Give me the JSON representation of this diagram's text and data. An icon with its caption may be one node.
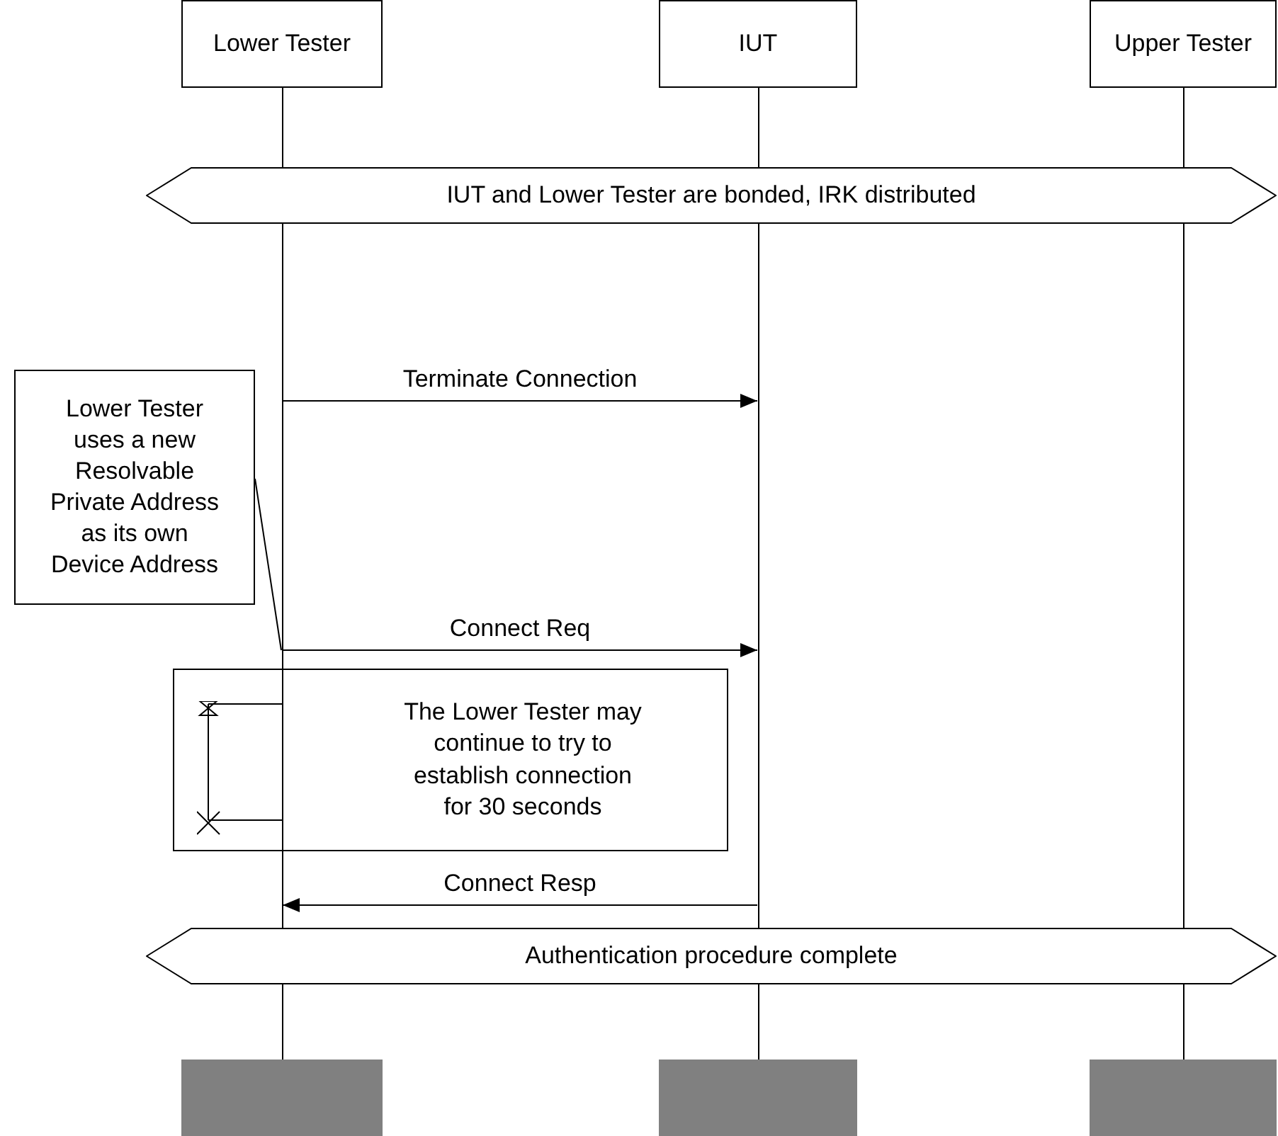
{
  "diagram": {
    "nodes": [
      {
        "text": [
          "Lower Tester"
        ]
      },
      {
        "text": [
          "IUT"
        ]
      },
      {
        "text": [
          "Upper Tester"
        ]
      },
      {
        "text": [
          "IUT and Lower Tester are bonded, IRK distributed"
        ]
      },
      {
        "text": [
          "Lower Tester uses a new Resolvable Private Address as its own Device Address"
        ]
      },
      {
        "text": [
          "The Lower Tester may continue to try to establish connection for 30 seconds"
        ]
      },
      {
        "text": [
          "Authentication procedure complete"
        ]
      },
      {
        "text": [],
        "shape": "box"
      },
      {
        "text": [],
        "shape": "box"
      },
      {
        "text": [],
        "shape": "box"
      },
      {
        "text": [],
        "shape": "line"
      },
      {
        "text": [],
        "shape": "line"
      },
      {
        "text": [],
        "shape": "line"
      }
    ],
    "edges": [
      {
        "from": 10,
        "to": 11,
        "arrow": "to",
        "label": "Terminate Connection"
      },
      {
        "from": 10,
        "to": 11,
        "arrow": "to",
        "label": "Connect Req"
      },
      {
        "from": 11,
        "to": 10,
        "arrow": "to",
        "label": "Connect Resp"
      },
      {
        "from": 4,
        "to": 10,
        "arrow": "none"
      }
    ]
  }
}
